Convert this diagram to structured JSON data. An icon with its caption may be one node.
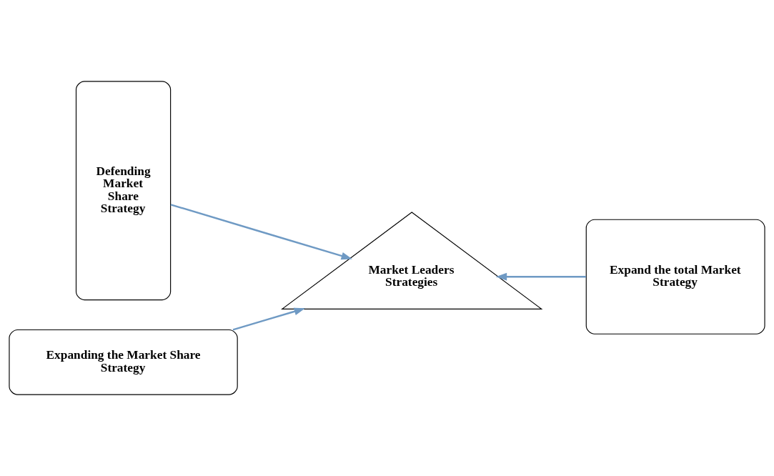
{
  "diagram": {
    "nodes": [
      {
        "text": [
          "Market Leaders Strategies"
        ]
      },
      {
        "text": [
          "Defending Market Share Strategy"
        ]
      },
      {
        "text": [
          "Expand the total Market Strategy"
        ]
      },
      {
        "text": [
          "Expanding the Market Share Strategy"
        ]
      }
    ],
    "edges": [
      {
        "from": 1,
        "to": 0,
        "arrow": "to"
      },
      {
        "from": 2,
        "to": 0,
        "arrow": "to"
      },
      {
        "from": 3,
        "to": 0,
        "arrow": "to"
      }
    ]
  }
}
